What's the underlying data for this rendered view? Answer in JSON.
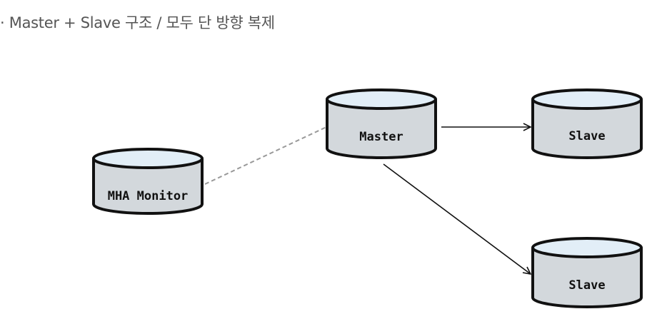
{
  "caption": "· Master + Slave 구조 / 모두 단 방향 복제",
  "nodes": {
    "monitor": {
      "label": "MHA Monitor"
    },
    "master": {
      "label": "Master"
    },
    "slave_top": {
      "label": "Slave"
    },
    "slave_bottom": {
      "label": "Slave"
    }
  },
  "colors": {
    "cylinder_fill": "#d3d8dc",
    "cylinder_top": "#e2eef7",
    "outline": "#111111",
    "dashed_link": "#999999",
    "caption_text": "#555555"
  }
}
